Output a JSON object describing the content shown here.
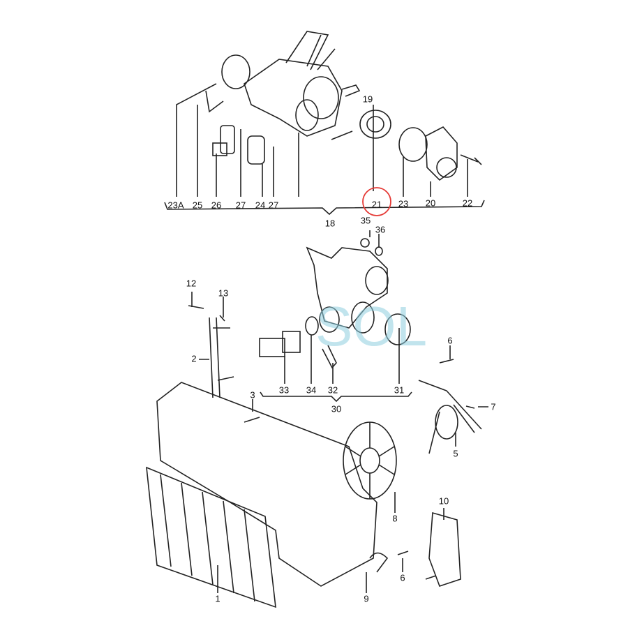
{
  "diagram": {
    "callouts": [
      "19",
      "23A",
      "25",
      "26",
      "27",
      "24",
      "27",
      "21",
      "23",
      "20",
      "22",
      "18",
      "35",
      "36",
      "12",
      "13",
      "2",
      "33",
      "34",
      "32",
      "31",
      "30",
      "6",
      "7",
      "5",
      "3",
      "8",
      "10",
      "1",
      "9",
      "6"
    ],
    "highlighted_callout": "21",
    "highlight_color": "#e53935",
    "line_color": "#222222"
  },
  "watermark": {
    "text": "SOL",
    "color": "#8fcfe0"
  }
}
